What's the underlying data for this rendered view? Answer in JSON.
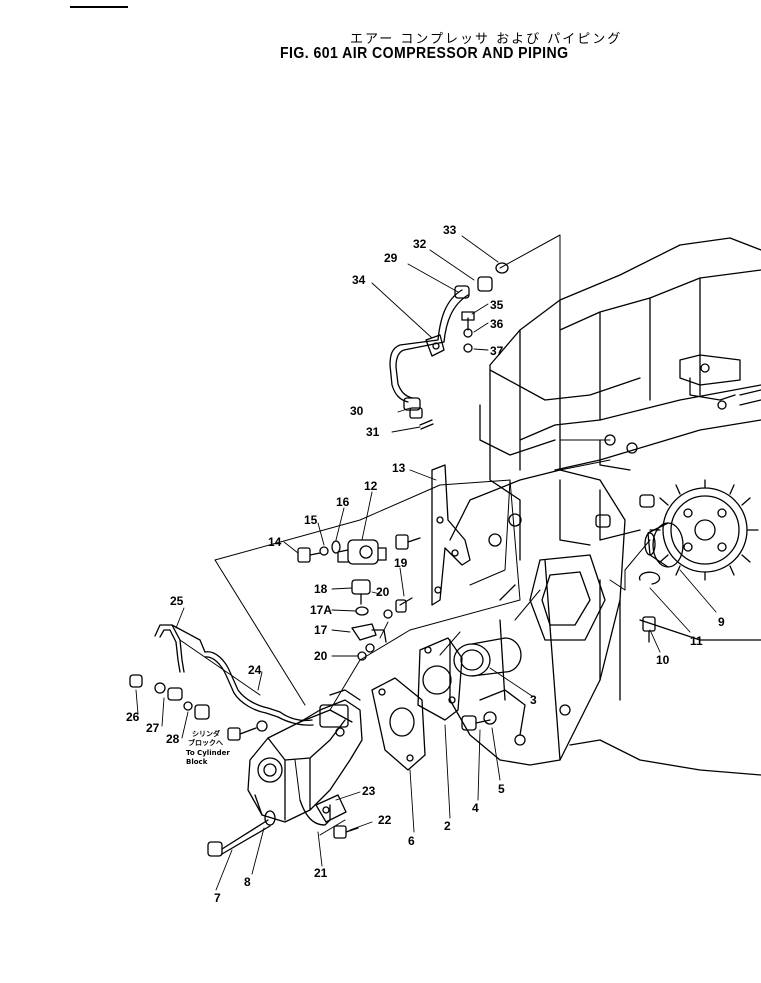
{
  "figure": {
    "title_jp": "エアー コンプレッサ および パイピング",
    "title_en": "FIG. 601  AIR  COMPRESSOR  AND  PIPING"
  },
  "note": {
    "jp_line1": "シリンダ",
    "jp_line2": "ブロックへ",
    "en_line1": "To Cylinder",
    "en_line2": "Block"
  },
  "callouts": {
    "c2": "2",
    "c3": "3",
    "c4": "4",
    "c5": "5",
    "c6": "6",
    "c7": "7",
    "c8": "8",
    "c9": "9",
    "c10": "10",
    "c11": "11",
    "c12": "12",
    "c13": "13",
    "c14": "14",
    "c15": "15",
    "c16": "16",
    "c17": "17",
    "c17a": "17A",
    "c18": "18",
    "c19": "19",
    "c20a": "20",
    "c20b": "20",
    "c21": "21",
    "c22": "22",
    "c23": "23",
    "c24": "24",
    "c25": "25",
    "c26": "26",
    "c27": "27",
    "c28": "28",
    "c29": "29",
    "c30": "30",
    "c31": "31",
    "c32": "32",
    "c33": "33",
    "c34": "34",
    "c35": "35",
    "c36": "36",
    "c37": "37"
  }
}
